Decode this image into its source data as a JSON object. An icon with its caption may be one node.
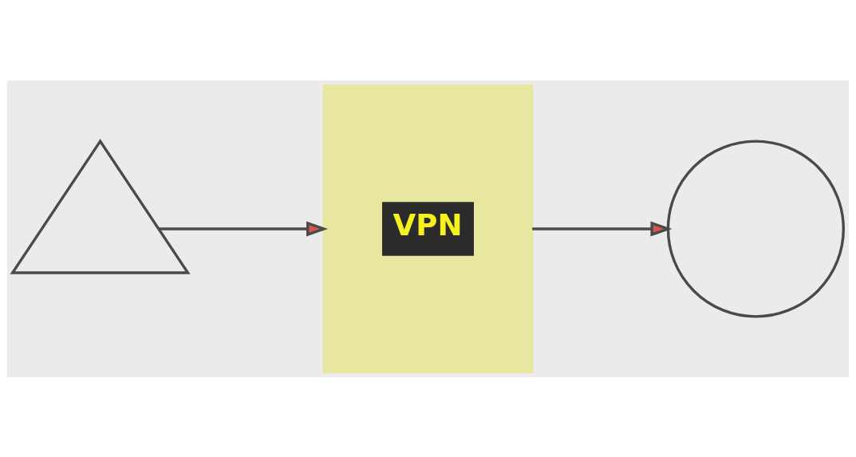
{
  "diagram": {
    "nodes": [
      {
        "text": [],
        "shape": "tower"
      },
      {
        "text": [
          "VPN"
        ]
      },
      {
        "text": [],
        "shape": "globe"
      }
    ],
    "edges": [
      {
        "from": 0,
        "to": 1,
        "arrow": "to"
      },
      {
        "from": 1,
        "to": 2,
        "arrow": "to"
      }
    ]
  }
}
